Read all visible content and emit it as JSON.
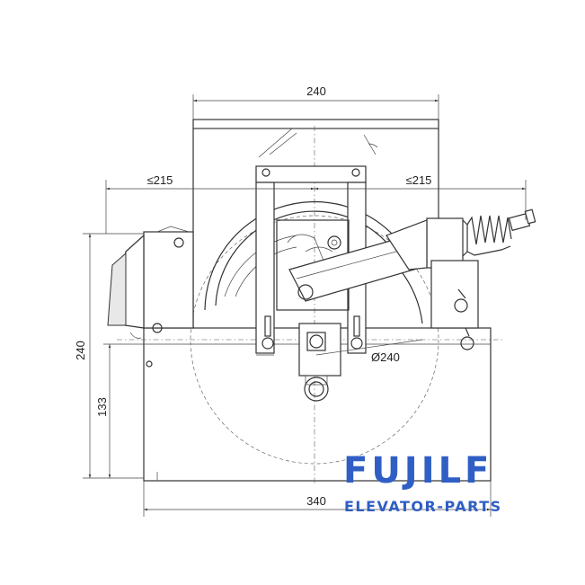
{
  "dimensions": {
    "top_width": "240",
    "left_offset": "≤215",
    "right_offset": "≤215",
    "left_height": "240",
    "inner_height": "133",
    "bottom_width": "340",
    "sheave_diameter": "Ø240"
  },
  "brand": {
    "name": "FUJILF",
    "tagline": "ELEVATOR-PARTS",
    "color": "#2f5ec4"
  }
}
